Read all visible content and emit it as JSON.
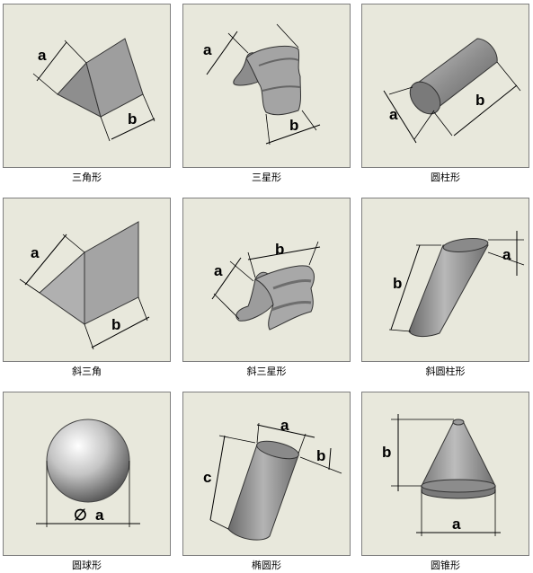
{
  "shapes": [
    {
      "caption": "三角形",
      "labels": {
        "a": "a",
        "b": "b"
      }
    },
    {
      "caption": "三星形",
      "labels": {
        "a": "a",
        "b": "b"
      }
    },
    {
      "caption": "圆柱形",
      "labels": {
        "a": "a",
        "b": "b"
      }
    },
    {
      "caption": "斜三角",
      "labels": {
        "a": "a",
        "b": "b"
      }
    },
    {
      "caption": "斜三星形",
      "labels": {
        "a": "a",
        "b": "b"
      }
    },
    {
      "caption": "斜圆柱形",
      "labels": {
        "a": "a",
        "b": "b"
      }
    },
    {
      "caption": "圆球形",
      "labels": {
        "a": "a",
        "phi": "∅"
      }
    },
    {
      "caption": "椭圆形",
      "labels": {
        "a": "a",
        "b": "b",
        "c": "c"
      }
    },
    {
      "caption": "圆锥形",
      "labels": {
        "a": "a",
        "b": "b"
      }
    }
  ],
  "colors": {
    "tile_bg": "#e8e8dc",
    "tile_border": "#7f7f7f",
    "shape_light": "#c8c8c8",
    "shape_mid": "#9a9a9a",
    "shape_dark": "#6e6e6e"
  }
}
